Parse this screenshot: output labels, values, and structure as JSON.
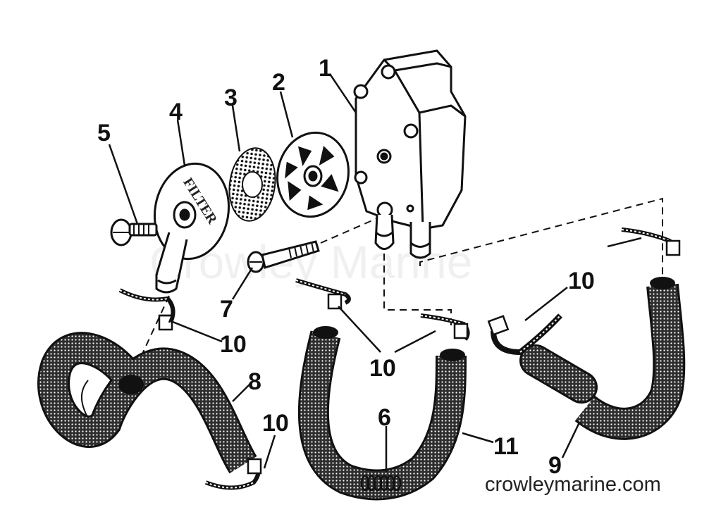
{
  "watermark": "Crowley Marine",
  "footer_url": "crowleymarine.com",
  "filter_cover_text": "FILTER",
  "callouts": {
    "c1": "1",
    "c2": "2",
    "c3": "3",
    "c4": "4",
    "c5": "5",
    "c6": "6",
    "c7": "7",
    "c8": "8",
    "c9": "9",
    "c10a": "10",
    "c10b": "10",
    "c10c": "10",
    "c10d": "10",
    "c11": "11"
  },
  "parts": [
    {
      "ref": "1",
      "icon": "fuel-pump-icon"
    },
    {
      "ref": "2",
      "icon": "filter-plate-icon"
    },
    {
      "ref": "3",
      "icon": "filter-screen-icon"
    },
    {
      "ref": "4",
      "icon": "filter-cover-icon"
    },
    {
      "ref": "5",
      "icon": "thumb-screw-icon"
    },
    {
      "ref": "6",
      "icon": "spring-icon"
    },
    {
      "ref": "7",
      "icon": "bolt-icon"
    },
    {
      "ref": "8",
      "icon": "hose-icon"
    },
    {
      "ref": "9",
      "icon": "hose-icon"
    },
    {
      "ref": "10",
      "icon": "hose-clamp-icon"
    },
    {
      "ref": "11",
      "icon": "hose-icon"
    }
  ],
  "colors": {
    "ink": "#111111",
    "hose_fill": "#3a3a3a",
    "paper": "#ffffff"
  }
}
